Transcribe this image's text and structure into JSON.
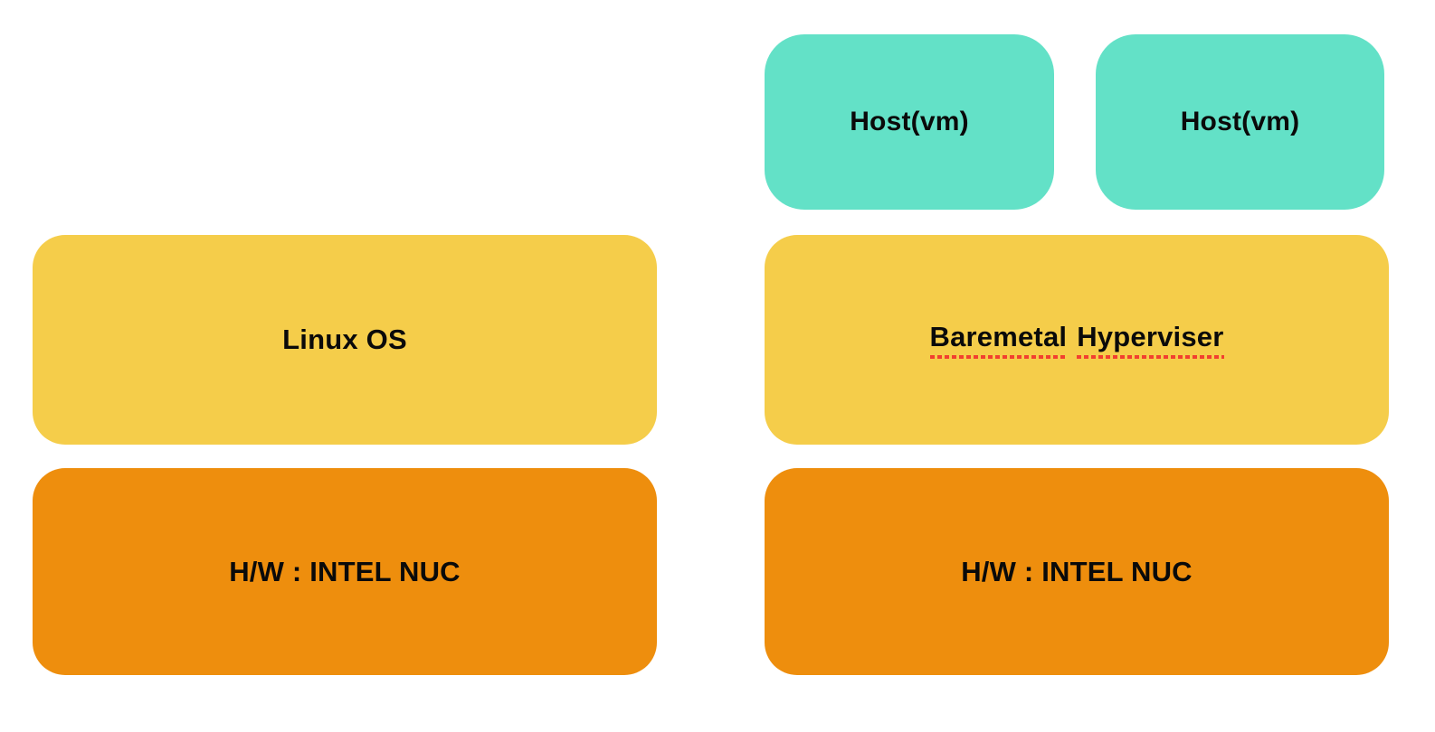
{
  "colors": {
    "background": "#ffffff",
    "teal": "#63E1C7",
    "yellow": "#F5CD4A",
    "orange": "#EE8E0D",
    "label": "#0a0a0a",
    "spellcheck": "#F2402F"
  },
  "stacks": {
    "left": {
      "os_label": "Linux OS",
      "hw_label": "H/W : INTEL NUC"
    },
    "right": {
      "vm_boxes": [
        {
          "label": "Host(vm)"
        },
        {
          "label": "Host(vm)"
        }
      ],
      "hypervisor_word1": "Baremetal",
      "hypervisor_word2": "Hyperviser",
      "hw_label": "H/W : INTEL NUC"
    }
  }
}
